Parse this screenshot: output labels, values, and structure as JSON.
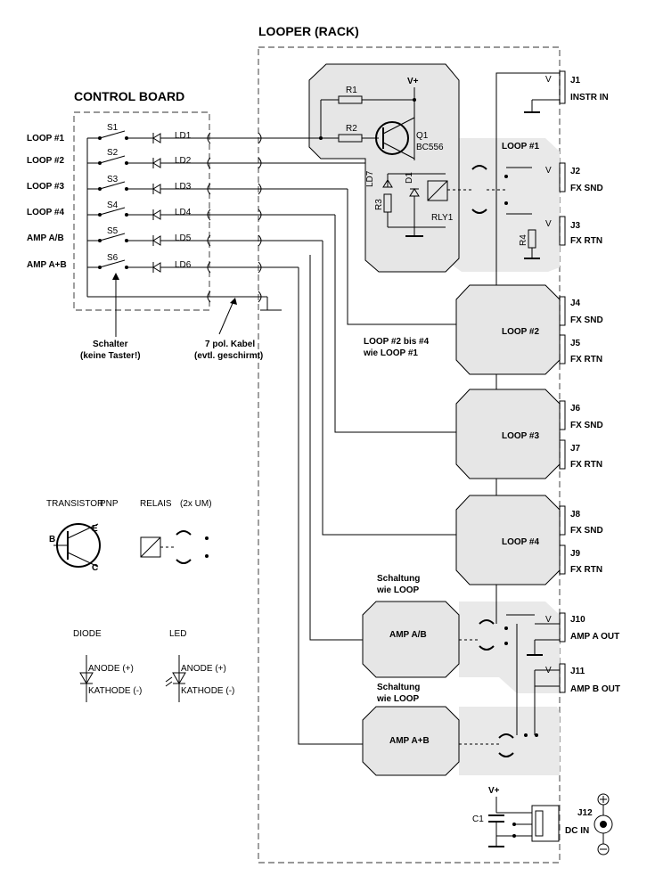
{
  "titles": {
    "looper": "LOOPER (RACK)",
    "control_board": "CONTROL BOARD"
  },
  "control_board": {
    "loops": [
      "LOOP #1",
      "LOOP #2",
      "LOOP #3",
      "LOOP #4",
      "AMP A/B",
      "AMP A+B"
    ],
    "switches": [
      "S1",
      "S2",
      "S3",
      "S4",
      "S5",
      "S6"
    ],
    "leds": [
      "LD1",
      "LD2",
      "LD3",
      "LD4",
      "LD5",
      "LD6"
    ]
  },
  "notes": {
    "schalter_1": "Schalter",
    "schalter_2": "(keine Taster!)",
    "kabel_1": "7 pol. Kabel",
    "kabel_2": "(evtl. geschirmt)",
    "loop_same_1": "LOOP #2 bis #4",
    "loop_same_2": "wie LOOP #1",
    "schaltung_1": "Schaltung",
    "schaltung_2": "wie LOOP"
  },
  "circuit": {
    "vplus": "V+",
    "r1": "R1",
    "r2": "R2",
    "r3": "R3",
    "r4": "R4",
    "q1": "Q1",
    "q1_type": "BC556",
    "ld7": "LD7",
    "d1": "D1",
    "rly1": "RLY1",
    "loop1": "LOOP #1",
    "c1": "C1"
  },
  "blocks": [
    "LOOP #2",
    "LOOP #3",
    "LOOP #4",
    "AMP A/B",
    "AMP A+B"
  ],
  "jacks": [
    {
      "id": "J1",
      "label": "INSTR IN"
    },
    {
      "id": "J2",
      "label": "FX SND"
    },
    {
      "id": "J3",
      "label": "FX RTN"
    },
    {
      "id": "J4",
      "label": "FX SND"
    },
    {
      "id": "J5",
      "label": "FX RTN"
    },
    {
      "id": "J6",
      "label": "FX SND"
    },
    {
      "id": "J7",
      "label": "FX RTN"
    },
    {
      "id": "J8",
      "label": "FX SND"
    },
    {
      "id": "J9",
      "label": "FX RTN"
    },
    {
      "id": "J10",
      "label": "AMP A OUT"
    },
    {
      "id": "J11",
      "label": "AMP B OUT"
    },
    {
      "id": "J12",
      "label": "DC IN"
    }
  ],
  "jack_v": "V",
  "legend": {
    "transistor": "TRANSISTOR",
    "pnp": "PNP",
    "relais": "RELAIS",
    "relais_type": "(2x UM)",
    "b": "B",
    "e": "E",
    "c": "C",
    "diode": "DIODE",
    "led": "LED",
    "anode": "ANODE (+)",
    "kathode": "KATHODE (-)"
  },
  "colors": {
    "block_fill": "#e6e6e6",
    "dashed_border": "#777777"
  }
}
